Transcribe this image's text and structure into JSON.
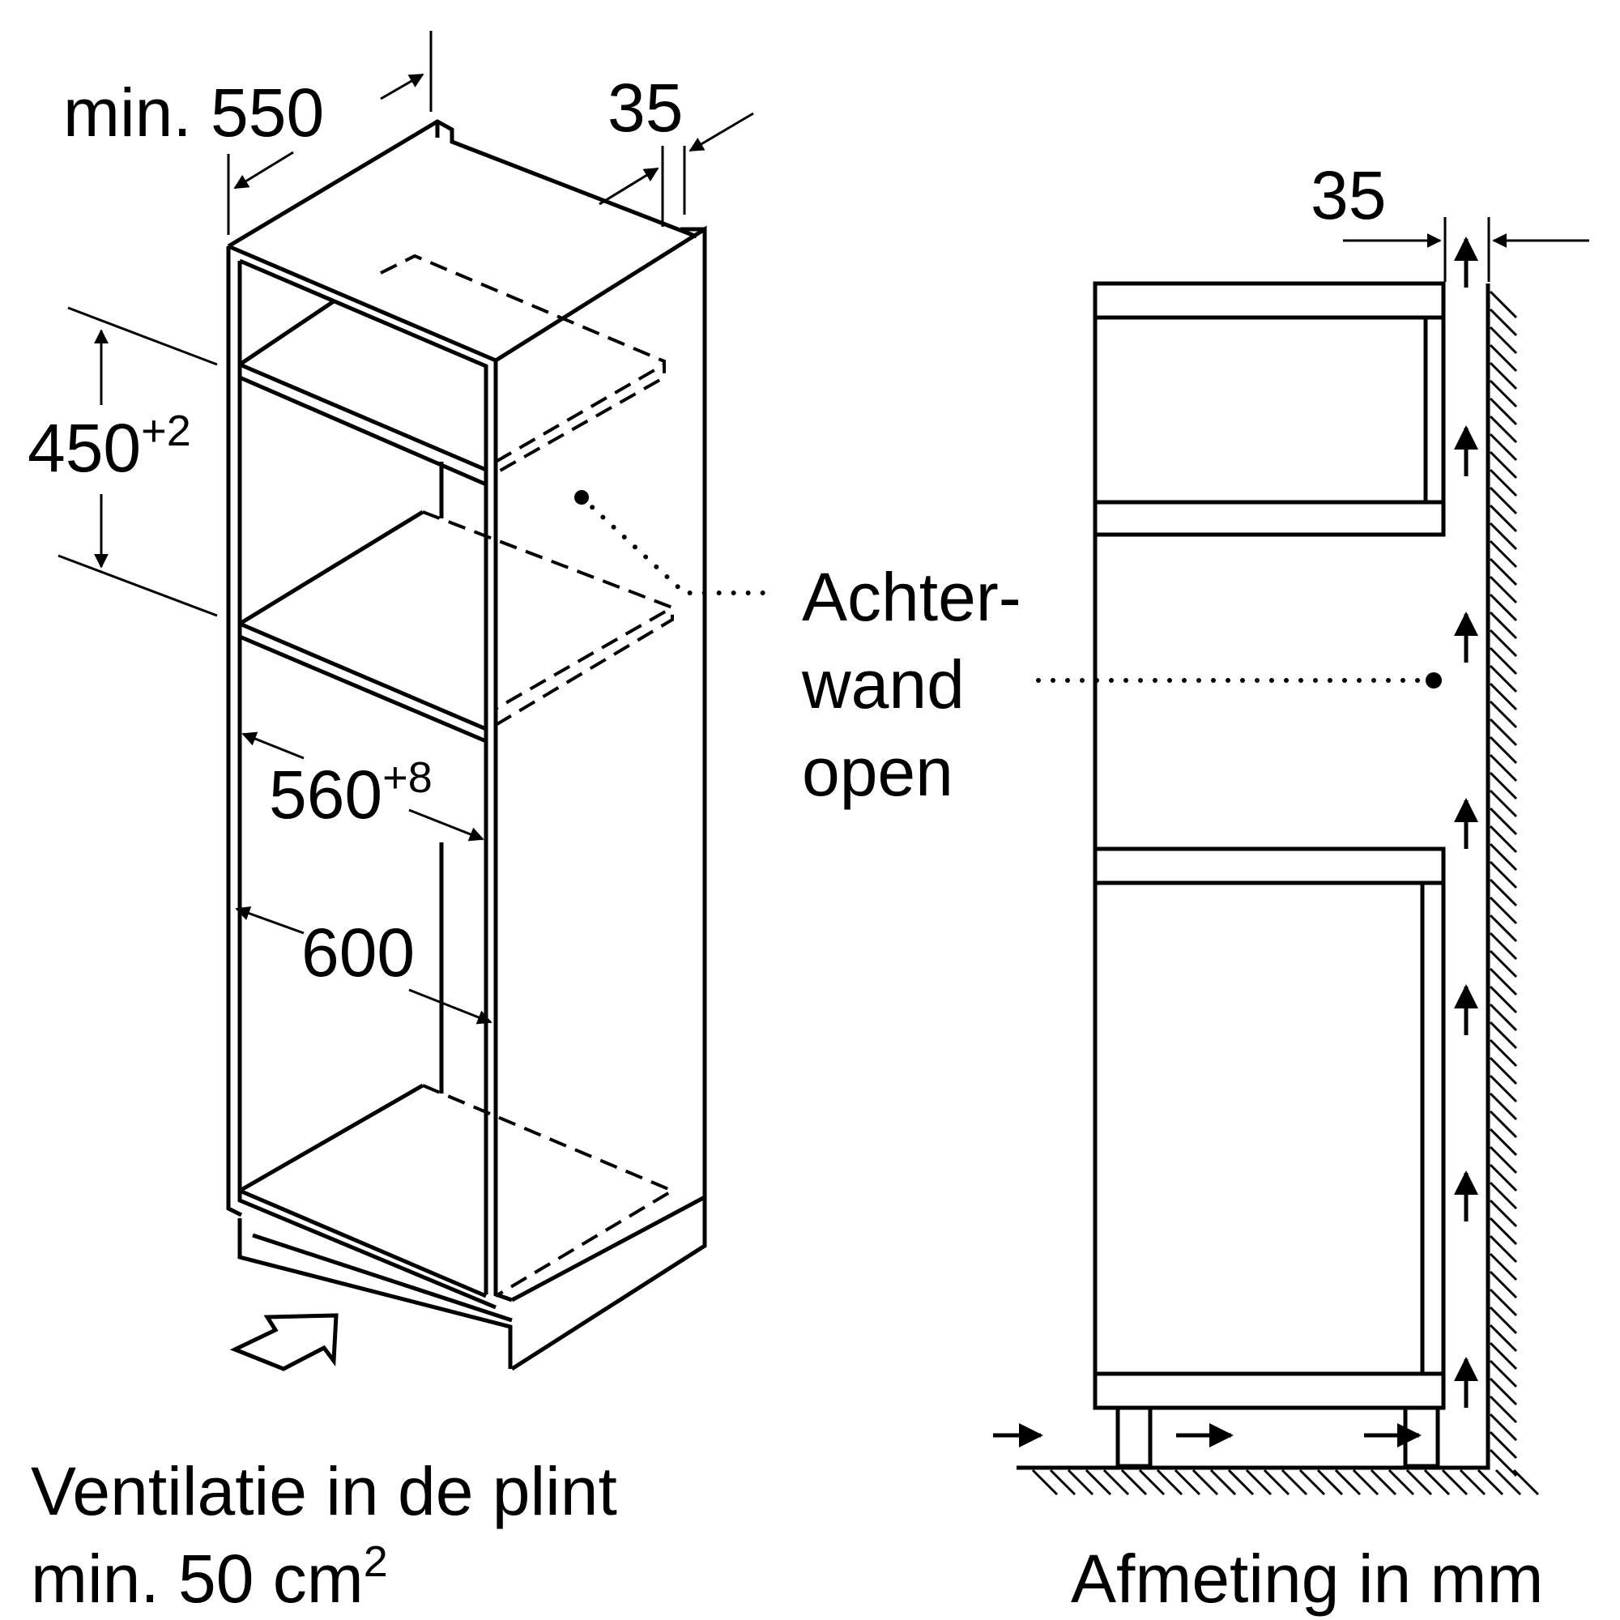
{
  "labels": {
    "depth": "min. 550",
    "gap_left": "35",
    "gap_right": "35",
    "niche_height": "450",
    "niche_height_tol": "+2",
    "inner_width": "560",
    "inner_width_tol": "+8",
    "outer_width": "600",
    "back_wall_1": "Achter-",
    "back_wall_2": "wand",
    "back_wall_3": "open",
    "vent_1": "Ventilatie in de plint",
    "vent_2": "min. 50 cm",
    "vent_2_sup": "2",
    "units": "Afmeting in mm"
  }
}
